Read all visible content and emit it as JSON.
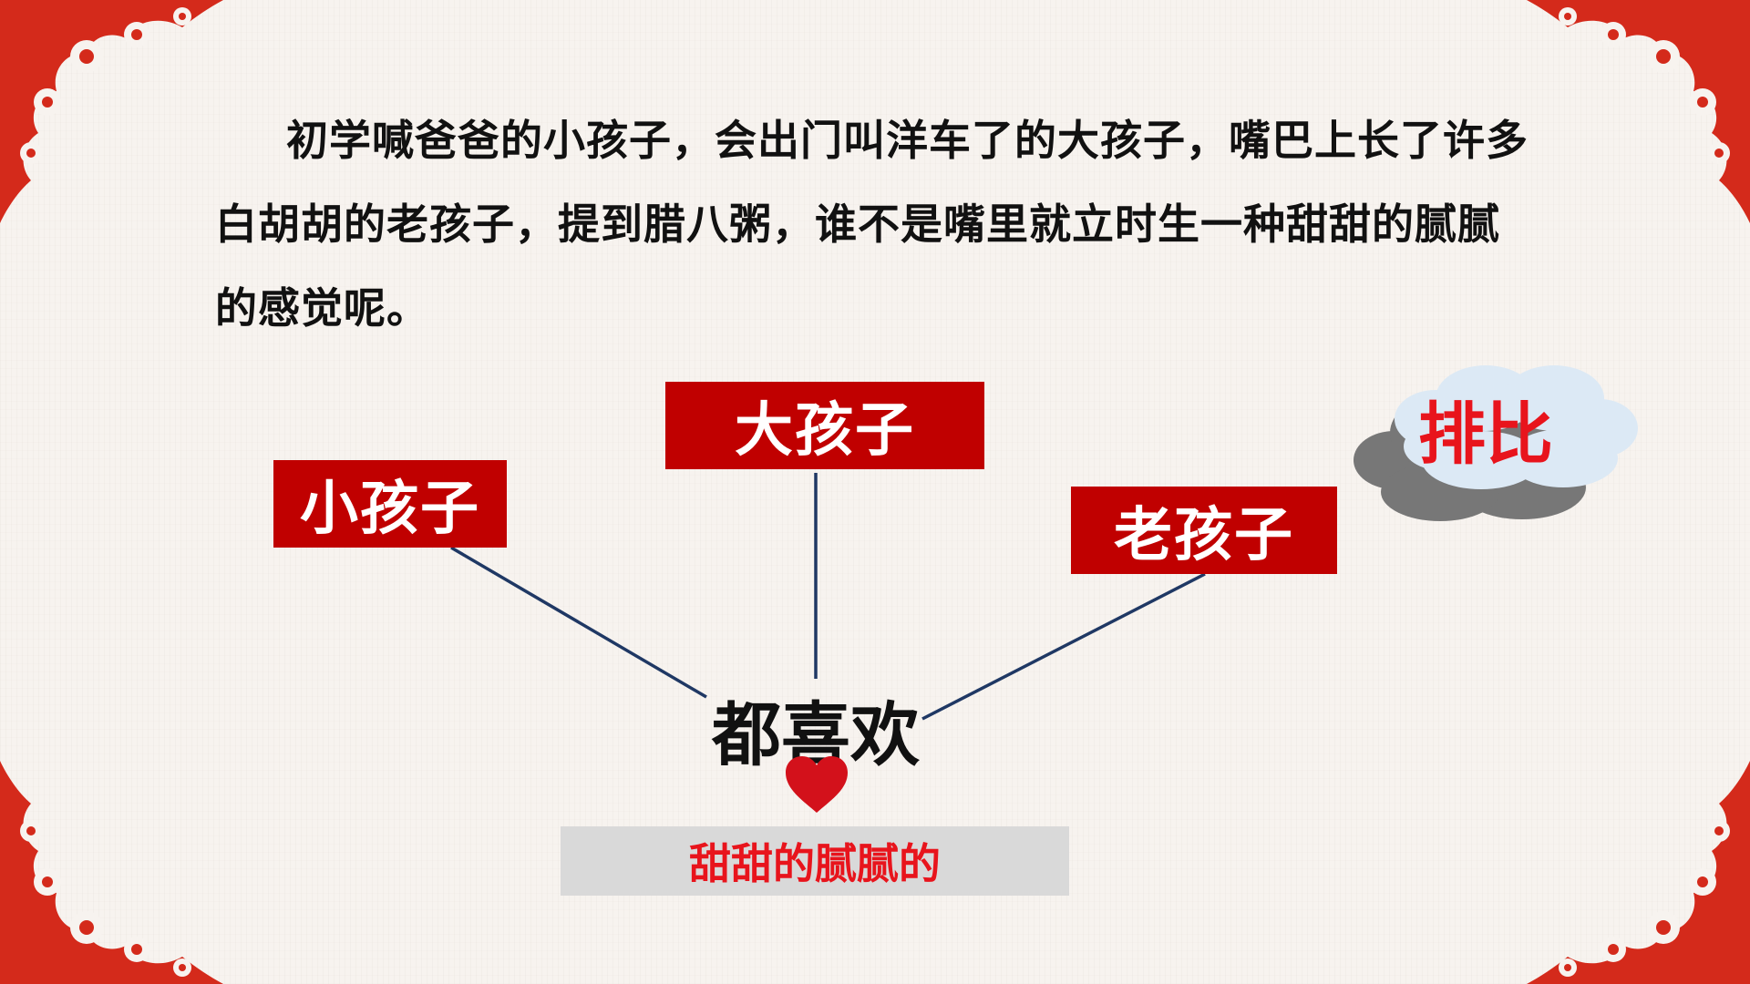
{
  "paragraph": {
    "text": "初学喊爸爸的小孩子，会出门叫洋车了的大孩子，嘴巴上长了许多白胡胡的老孩子，提到腊八粥，谁不是嘴里就立时生一种甜甜的腻腻的感觉呢。"
  },
  "diagram": {
    "nodes": [
      "小孩子",
      "大孩子",
      "老孩子"
    ],
    "hub": "都喜欢",
    "result": "甜甜的腻腻的",
    "device_label": "排比"
  },
  "colors": {
    "accent_red": "#c00000",
    "text_red": "#e8141c",
    "line_navy": "#1f3864",
    "cloud_fill": "#dce9f5",
    "result_bar": "#d9d9d9"
  },
  "icons": {
    "corner": "cloud-scroll-ornament-icon",
    "heart": "heart-icon",
    "cloud": "cloud-callout-icon"
  }
}
